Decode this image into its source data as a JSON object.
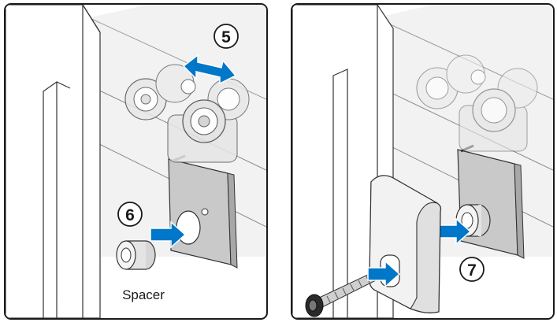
{
  "figure": {
    "left_panel": {
      "step_slide": "5",
      "step_spacer": "6",
      "spacer_label": "Spacer"
    },
    "right_panel": {
      "step_mount": "7"
    },
    "colors": {
      "outline": "#1a1a1a",
      "glass": "#f0f0f0",
      "plate": "#c8c8c8",
      "roller": "#dedede",
      "arrow": "#0077c8",
      "bracket": "#d6d6d6"
    }
  }
}
